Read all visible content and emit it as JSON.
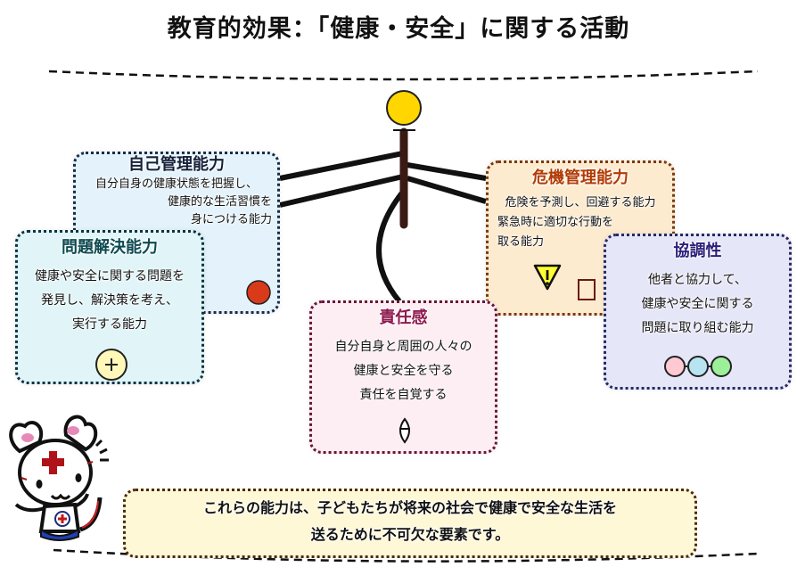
{
  "title": "教育的効果：「健康・安全」に関する活動",
  "center_node": {
    "icon": "sun-circle-icon",
    "color": "#ffd600"
  },
  "cards": {
    "self_management": {
      "title": "自己管理能力",
      "lines": [
        "自分自身の健康状態を把握し、",
        "健康的な生活習慣を",
        "身につける能力"
      ],
      "icon": "red-circle-icon",
      "accent": "#14203a"
    },
    "problem_solving": {
      "title": "問題解決能力",
      "lines": [
        "健康や安全に関する問題を",
        "発見し、解決策を考え、",
        "実行する能力"
      ],
      "icon": "plus-circle-icon",
      "accent": "#0d4a50"
    },
    "crisis_management": {
      "title": "危機管理能力",
      "lines": [
        "危険を予測し、回避する能力",
        "緊急時に適切な行動を",
        "取る能力"
      ],
      "icon": "warning-triangle-icon",
      "accent": "#b23b05"
    },
    "cooperation": {
      "title": "協調性",
      "lines": [
        "他者と協力して、",
        "健康や安全に関する",
        "問題に取り組む能力"
      ],
      "icon": "linked-circles-icon",
      "circle_colors": [
        "#ffc9d4",
        "#b8e4f2",
        "#9cf09a"
      ],
      "accent": "#2b1f7a"
    },
    "responsibility": {
      "title": "責任感",
      "lines": [
        "自分自身と周囲の人々の",
        "健康と安全を守る",
        "責任を自覚する"
      ],
      "icon": "lens-icon",
      "accent": "#8e1a4f"
    }
  },
  "summary": {
    "lines": [
      "これらの能力は、子どもたちが将来の社会で健康で安全な生活を",
      "送るために不可欠な要素です。"
    ]
  },
  "mascot": {
    "icon": "red-cross-cat-mascot-icon"
  }
}
